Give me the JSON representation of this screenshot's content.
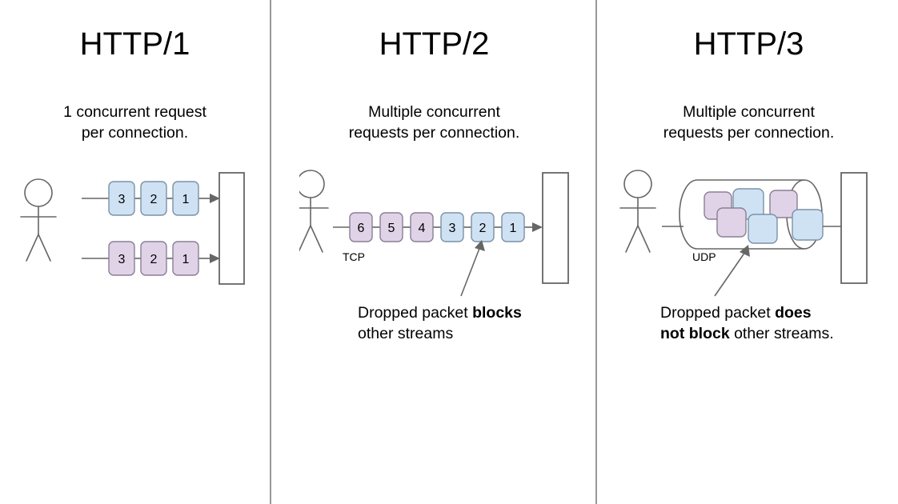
{
  "diagram": {
    "title_text_color": "#000000",
    "background": "#ffffff",
    "divider_color": "#999999",
    "stroke_color": "#666666",
    "packet_blue_fill": "#cfe2f3",
    "packet_blue_stroke": "#7c91a8",
    "packet_purple_fill": "#e0d3e8",
    "packet_purple_stroke": "#8a7f96",
    "server_fill": "#ffffff",
    "server_stroke": "#666666"
  },
  "panels": [
    {
      "id": "http1",
      "title": "HTTP/1",
      "caption": "1 concurrent request\nper connection.",
      "protocol_label": "",
      "note": null,
      "streams": [
        {
          "color": "blue",
          "packets": [
            "3",
            "2",
            "1"
          ]
        },
        {
          "color": "purple",
          "packets": [
            "3",
            "2",
            "1"
          ]
        }
      ]
    },
    {
      "id": "http2",
      "title": "HTTP/2",
      "caption": "Multiple concurrent\nrequests per connection.",
      "protocol_label": "TCP",
      "note": {
        "prefix": "Dropped packet ",
        "bold": "blocks",
        "suffix": "\nother streams"
      },
      "streams": [
        {
          "color": "mixed",
          "packets": [
            "6",
            "5",
            "4",
            "3",
            "2",
            "1"
          ],
          "packet_colors": [
            "purple",
            "purple",
            "purple",
            "blue",
            "blue",
            "blue"
          ]
        }
      ]
    },
    {
      "id": "http3",
      "title": "HTTP/3",
      "caption": "Multiple concurrent\nrequests per connection.",
      "protocol_label": "UDP",
      "note": {
        "prefix": "Dropped packet ",
        "bold": "does\nnot block",
        "suffix": " other streams."
      },
      "cylinder_packets": [
        {
          "color": "purple"
        },
        {
          "color": "blue"
        },
        {
          "color": "purple"
        },
        {
          "color": "purple"
        },
        {
          "color": "blue"
        },
        {
          "color": "blue"
        }
      ]
    }
  ]
}
